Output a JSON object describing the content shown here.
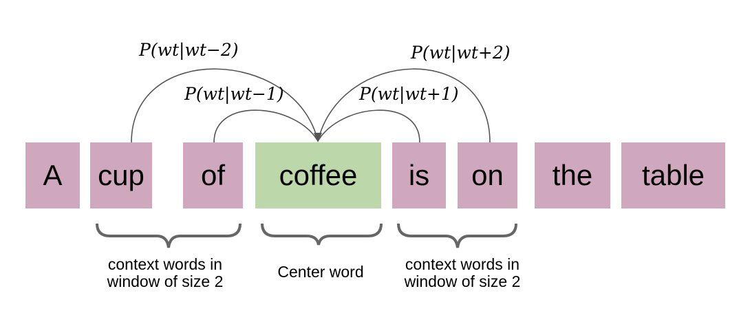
{
  "words": [
    {
      "text": "A",
      "role": "other"
    },
    {
      "text": "cup",
      "role": "context"
    },
    {
      "text": "of",
      "role": "context"
    },
    {
      "text": "coffee",
      "role": "center"
    },
    {
      "text": "is",
      "role": "context"
    },
    {
      "text": "on",
      "role": "context"
    },
    {
      "text": "the",
      "role": "other"
    },
    {
      "text": "table",
      "role": "other"
    }
  ],
  "probabilities": {
    "t_minus_2": "P(wt|wt−2)",
    "t_minus_1": "P(wt|wt−1)",
    "t_plus_1": "P(wt|wt+1)",
    "t_plus_2": "P(wt|wt+2)"
  },
  "labels": {
    "left_context_line1": "context words in",
    "left_context_line2": "window of size 2",
    "center": "Center word",
    "right_context_line1": "context words in",
    "right_context_line2": "window of size 2"
  },
  "colors": {
    "context": "#cfa8be",
    "center": "#bcd7aa",
    "arrow": "#555555"
  }
}
